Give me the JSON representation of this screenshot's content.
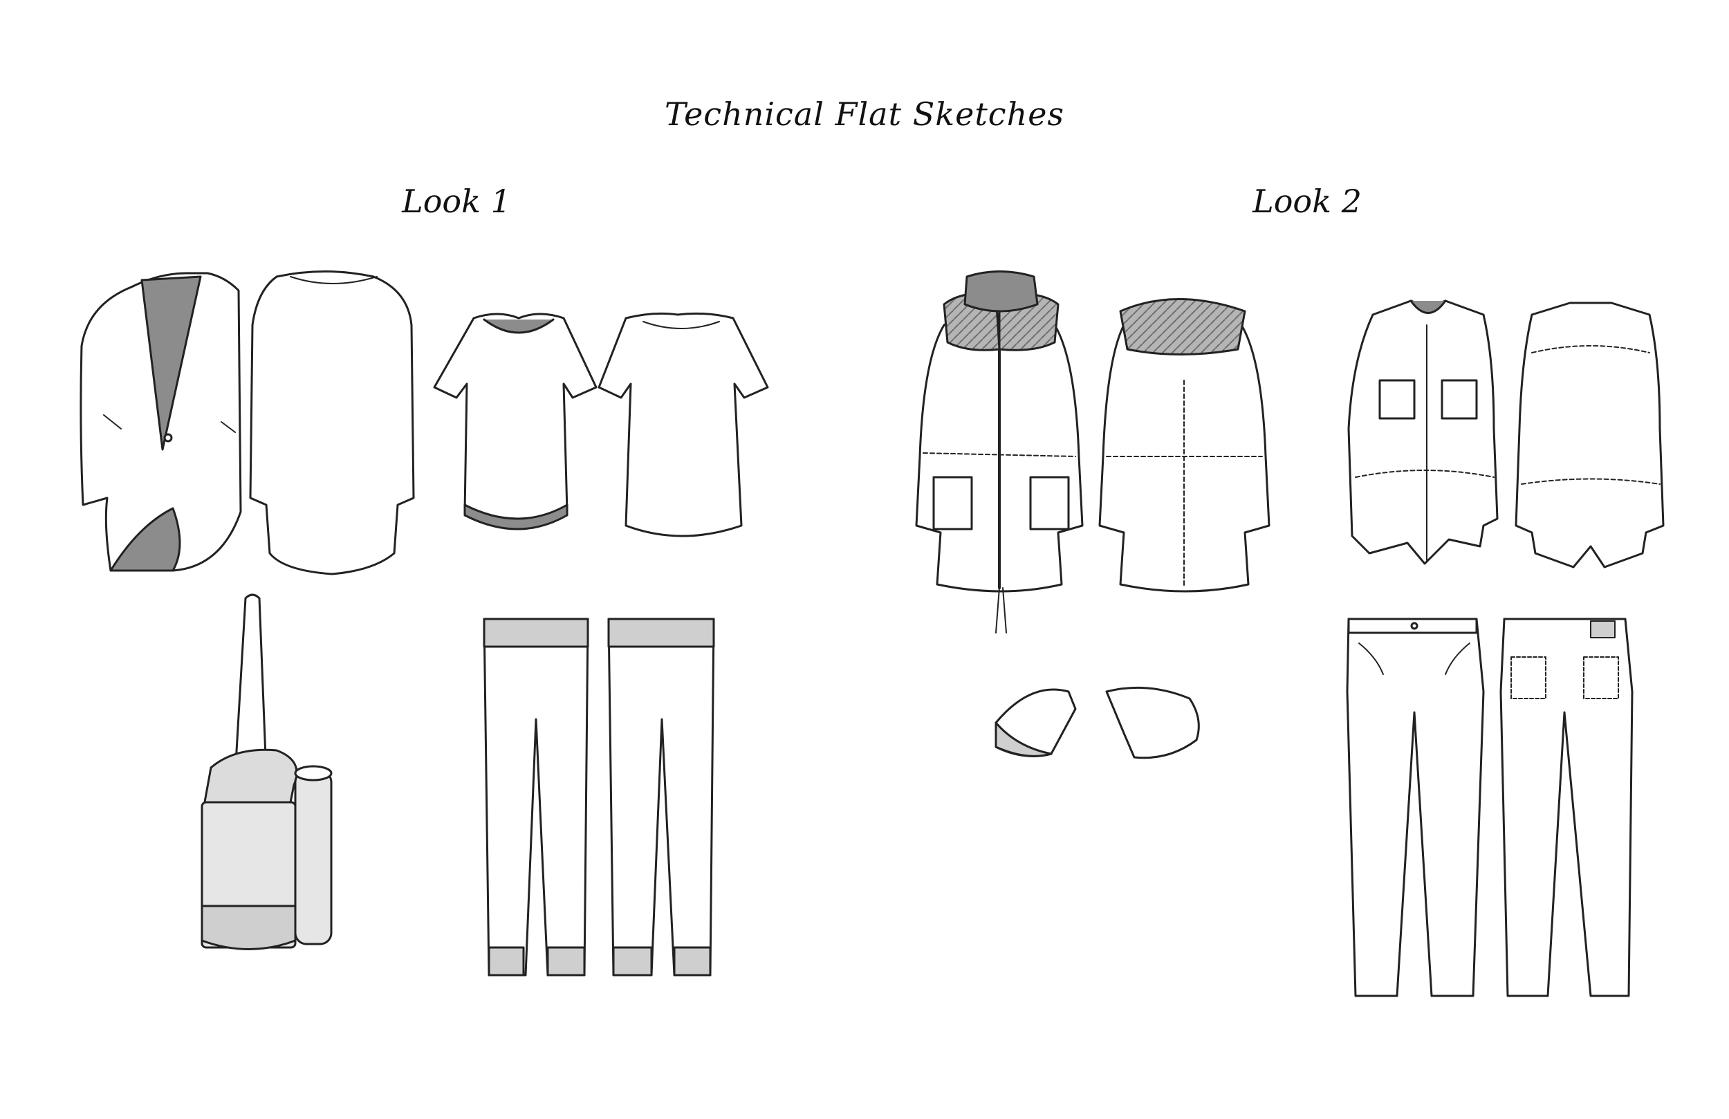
{
  "page": {
    "title": "Technical Flat Sketches"
  },
  "looks": [
    {
      "label": "Look 1",
      "items": [
        "blazer-front",
        "blazer-back",
        "tshirt-front",
        "tshirt-back",
        "bucket-bag",
        "leggings-front",
        "leggings-back"
      ]
    },
    {
      "label": "Look 2",
      "items": [
        "parka-front",
        "parka-back",
        "shirt-front",
        "shirt-back",
        "beanie-front",
        "beanie-back",
        "jeans-front",
        "jeans-back"
      ]
    }
  ],
  "colors": {
    "line": "#222222",
    "shade": "#8c8c8c",
    "light-shade": "#cfcfcf",
    "fur": "#9a9a9a"
  }
}
